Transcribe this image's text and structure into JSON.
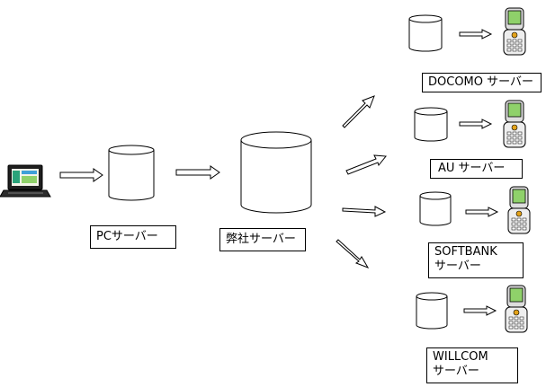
{
  "labels": {
    "pc_server": "PCサーバー",
    "company_server": "弊社サーバー",
    "docomo_server": "DOCOMO サーバー",
    "au_server": "AU サーバー",
    "softbank_line1": "SOFTBANK",
    "softbank_line2": "サーバー",
    "willcom_line1": "WILLCOM",
    "willcom_line2": "サーバー"
  },
  "icons": {
    "laptop": "laptop-icon",
    "database": "database-cylinder-icon",
    "phone": "mobile-phone-icon",
    "arrow": "hollow-arrow-icon"
  },
  "colors": {
    "stroke": "#000000",
    "screen": "#2aa37a",
    "phone_screen": "#8fd16a",
    "phone_button": "#e3a21a"
  }
}
